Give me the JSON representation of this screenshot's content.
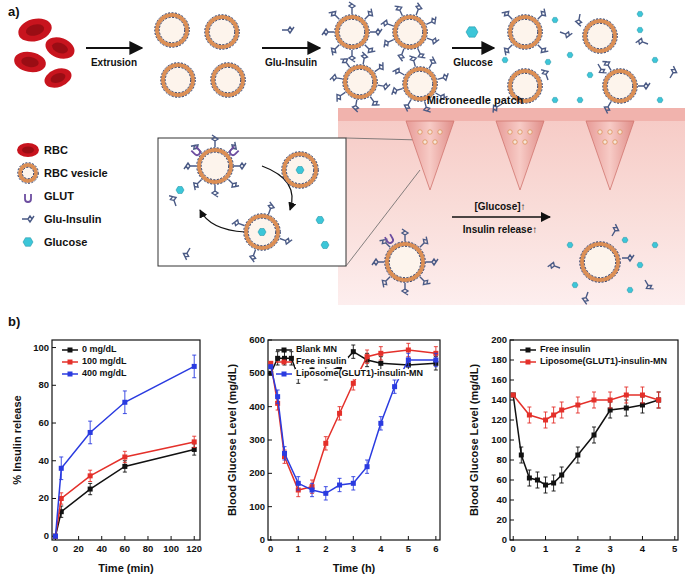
{
  "diagram": {
    "labels": [
      "a)",
      "Extrusion",
      "Glu-Insulin",
      "Glucose",
      "Microneedle patch",
      "[Glucose]↑",
      "Insulin release↑",
      "b)",
      "0",
      "20",
      "40",
      "60",
      "80",
      "100",
      "% Insulin release",
      "0",
      "20",
      "40",
      "60",
      "80",
      "100",
      "120",
      "Time (min)",
      "0",
      "100",
      "200",
      "300",
      "400",
      "500",
      "600",
      "Blood Glucose Level (mg/dL)",
      "0",
      "1",
      "2",
      "3",
      "4",
      "5",
      "6",
      "Time (h)",
      "0",
      "20",
      "40",
      "60",
      "80",
      "100",
      "120",
      "140",
      "160",
      "180",
      "200",
      "Blood Glucose Level (mg/dL)",
      "0",
      "1",
      "2",
      "3",
      "4",
      "5",
      "Time (h)"
    ],
    "legend": [
      {
        "text": "RBC"
      },
      {
        "text": "RBC vesicle"
      },
      {
        "text": "GLUT"
      },
      {
        "text": "Glu-Insulin"
      },
      {
        "text": "Glucose"
      },
      {
        "text": "0 mg/dL"
      },
      {
        "text": "100 mg/dL"
      },
      {
        "text": "400 mg/dL"
      },
      {
        "text": "Blank MN"
      },
      {
        "text": "Free insulin"
      },
      {
        "text": "Liposome(GLUT1)-insulin-MN"
      },
      {
        "text": "Free insulin"
      },
      {
        "text": "Liposome(GLUT1)-insulin-MN"
      }
    ]
  }
}
